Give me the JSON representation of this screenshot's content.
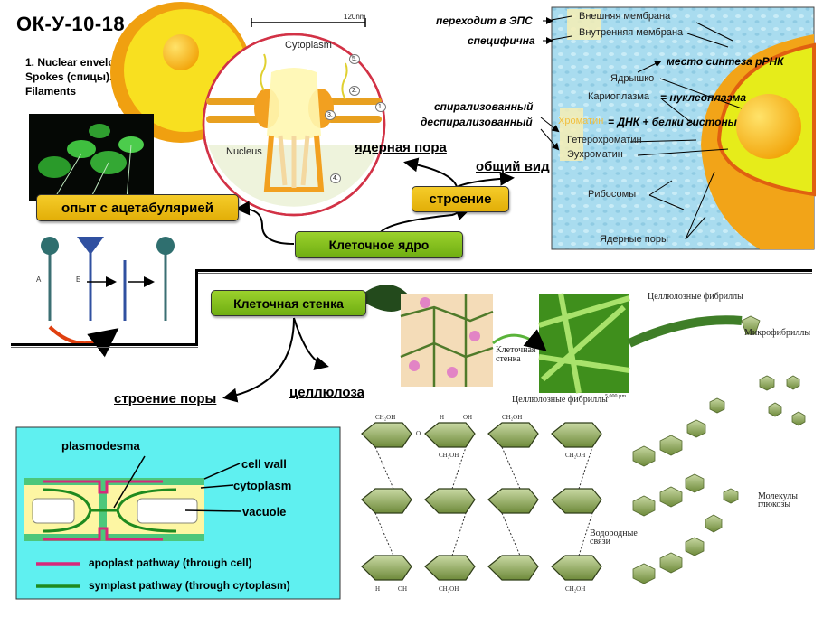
{
  "title": "ОК-У-10-18",
  "nuclear_pore_legend": "1. Nuclear envelope. 2. Outer ring. 3. Spokes (спицы). 4. Basket. 5. Filaments",
  "pore_diagram": {
    "scale_label": "120nm",
    "cytoplasm_label": "Cytoplasm",
    "nucleus_label": "Nucleus",
    "markers": [
      "1.",
      "2.",
      "3.",
      "4.",
      "5."
    ]
  },
  "concept_map_top": {
    "central_node": "Клеточное ядро",
    "experiment_node": "опыт с ацетабулярией",
    "structure_node": "строение",
    "link_nuclear_pore": "ядерная пора",
    "link_general_view": "общий вид"
  },
  "nucleus_annotations": {
    "left_notes": [
      "переходит в ЭПС",
      "специфична",
      "спирализованный",
      "деспирализованный"
    ],
    "labels": {
      "outer_membrane": "Внешняя мембрана",
      "inner_membrane": "Внутренняя мембрана",
      "rrna_site": "место синтеза рРНК",
      "nucleolus": "Ядрышко",
      "karyoplasm": "Кариоплазма",
      "nucleoplasm": "= нуклеоплазма",
      "chromatin": "Хроматин",
      "chromatin_formula": "= ДНК + белки гистоны",
      "heterochromatin": "Гетерохроматин",
      "euchromatin": "Эухроматин",
      "ribosomes": "Рибосомы",
      "nuclear_pores": "Ядерные поры"
    }
  },
  "acetabularia_diagram": {
    "label_a": "А",
    "label_b": "Б"
  },
  "concept_map_bottom": {
    "central_node": "Клеточная стенка",
    "link_pore_structure": "строение поры",
    "link_cellulose": "целлюлоза"
  },
  "cellulose_diagram": {
    "cell_wall_label": "Клеточная стенка",
    "fibrils_label": "Целлюлозные фибриллы",
    "fibrils_label_top": "Целлюлозные фибриллы",
    "microfibrils_label": "Микрофибриллы",
    "scale_label": "5,000 µm",
    "hydrogen_bonds_label": "Водородные связи",
    "glucose_label": "Молекулы глюкозы",
    "ring_atoms": {
      "ch2oh": "CH₂OH",
      "oh": "OH",
      "h": "H",
      "o": "O"
    }
  },
  "plasmodesma_diagram": {
    "plasmodesma": "plasmodesma",
    "cell_wall": "cell wall",
    "cytoplasm": "cytoplasm",
    "vacuole": "vacuole",
    "apoplast": "apoplast pathway (through cell)",
    "symplast": "symplast pathway (through cytoplasm)",
    "colors": {
      "background": "#5ff0f0",
      "apoplast": "#d6297a",
      "symplast": "#1f8a1f",
      "cytoplasm": "#fdf6a3",
      "cell_wall": "#4cc77b"
    }
  }
}
